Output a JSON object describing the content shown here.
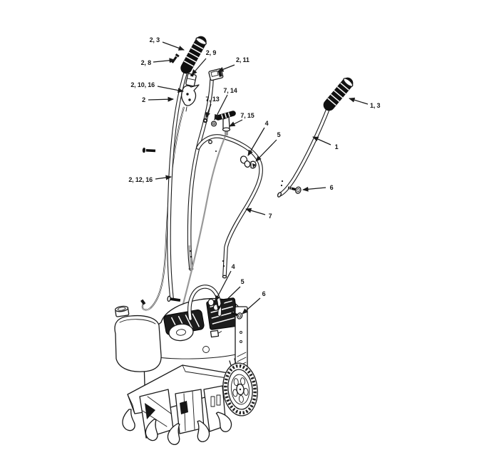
{
  "diagram": {
    "background_color": "#ffffff",
    "line_color": "#1a1a1a",
    "grip_color": "#101010",
    "rope_color": "#999999",
    "callouts": [
      {
        "text": "2, 3"
      },
      {
        "text": "2, 8"
      },
      {
        "text": "2, 9"
      },
      {
        "text": "2, 11"
      },
      {
        "text": "2, 10, 16"
      },
      {
        "text": "2"
      },
      {
        "text": "7, 13"
      },
      {
        "text": "7, 14"
      },
      {
        "text": "7, 15"
      },
      {
        "text": "4"
      },
      {
        "text": "5"
      },
      {
        "text": "1, 3"
      },
      {
        "text": "1"
      },
      {
        "text": "6"
      },
      {
        "text": "2, 12, 16"
      },
      {
        "text": "7"
      },
      {
        "text": "4"
      },
      {
        "text": "5"
      },
      {
        "text": "6"
      }
    ]
  }
}
